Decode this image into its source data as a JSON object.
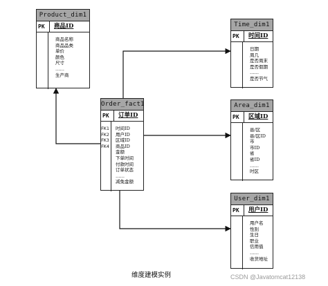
{
  "product_table": {
    "title": "Product_dim1",
    "pk_label": "PK",
    "pk_field": "商品ID",
    "fields": [
      "商品名称",
      "商品品类",
      "单价",
      "颜色",
      "尺寸",
      "……",
      "生产商"
    ]
  },
  "time_table": {
    "title": "Time_dim1",
    "pk_label": "PK",
    "pk_field": "时间ID",
    "fields": [
      "日期",
      "周几",
      "是否周末",
      "是否假期",
      "……",
      "是否节气"
    ]
  },
  "order_table": {
    "title": "Order_fact1",
    "pk_label": "PK",
    "pk_field": "订单ID",
    "fk_labels": [
      "FK1",
      "FK2",
      "FK3",
      "FK4",
      "",
      "",
      "",
      "",
      "",
      ""
    ],
    "fields": [
      "时间ID",
      "用户ID",
      "区域ID",
      "商品ID",
      "金额",
      "下单时间",
      "付款时间",
      "订单状态",
      "……",
      "减免金额"
    ]
  },
  "area_table": {
    "title": "Area_dim1",
    "pk_label": "PK",
    "pk_field": "区域ID",
    "fields": [
      "县/区",
      "县/区ID",
      "市",
      "市ID",
      "省",
      "省ID",
      "……",
      "时区"
    ]
  },
  "user_table": {
    "title": "User_dim1",
    "pk_label": "PK",
    "pk_field": "用户ID",
    "fields": [
      "用户名",
      "性别",
      "生日",
      "职业",
      "信用值",
      "……",
      "收货地址"
    ]
  },
  "caption": "维度建模实例",
  "watermark": "CSDN @Javatomcat12138"
}
